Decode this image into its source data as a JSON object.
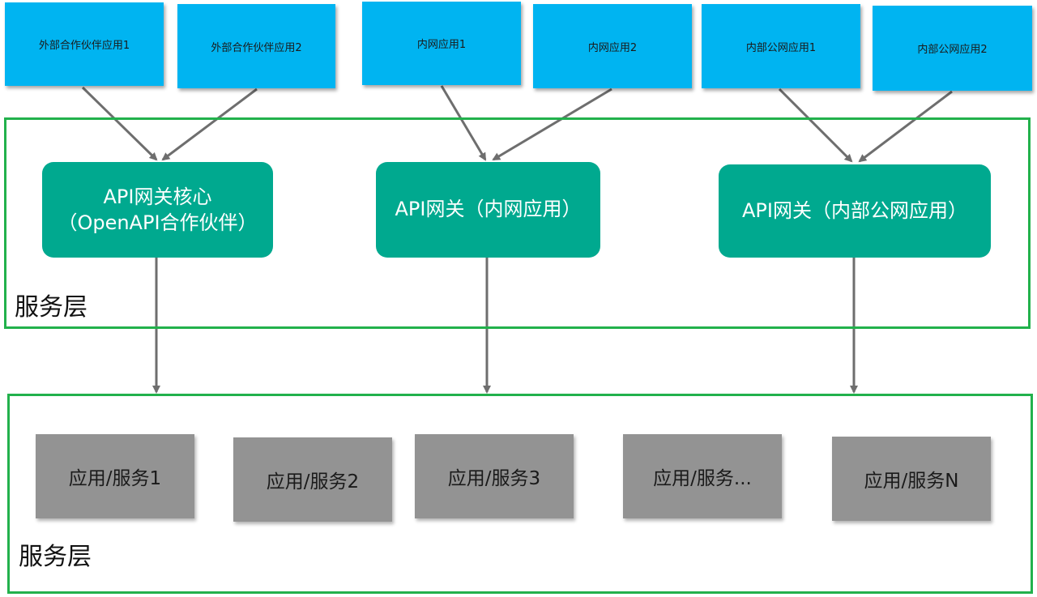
{
  "external_apps": [
    {
      "label": "外部合作伙伴应用1"
    },
    {
      "label": "外部合作伙伴应用2"
    },
    {
      "label": "内网应用1"
    },
    {
      "label": "内网应用2"
    },
    {
      "label": "内部公网应用1"
    },
    {
      "label": "内部公网应用2"
    }
  ],
  "gateways": [
    {
      "label": "API网关核心\n（OpenAPI合作伙伴）"
    },
    {
      "label": "API网关（内网应用）"
    },
    {
      "label": "API网关（内部公网应用）"
    }
  ],
  "service_layer_top": {
    "label": "服务层"
  },
  "service_layer_bottom": {
    "label": "服务层"
  },
  "services": [
    {
      "label": "应用/服务1"
    },
    {
      "label": "应用/服务2"
    },
    {
      "label": "应用/服务3"
    },
    {
      "label": "应用/服务..."
    },
    {
      "label": "应用/服务N"
    }
  ],
  "colors": {
    "app_box": "#00b4f1",
    "gateway_box": "#00a98f",
    "service_box": "#939393",
    "layer_border": "#22b14c",
    "arrow": "#6e6e6e"
  }
}
